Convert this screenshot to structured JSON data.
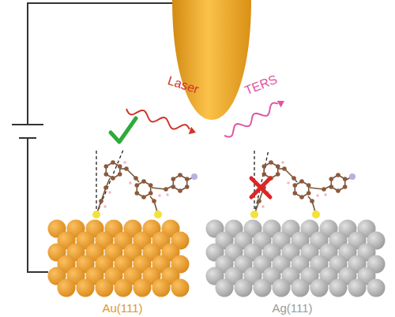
{
  "diagram": {
    "labels": [
      "Laser",
      "TERS",
      "Au(111)",
      "Ag(111)"
    ]
  }
}
